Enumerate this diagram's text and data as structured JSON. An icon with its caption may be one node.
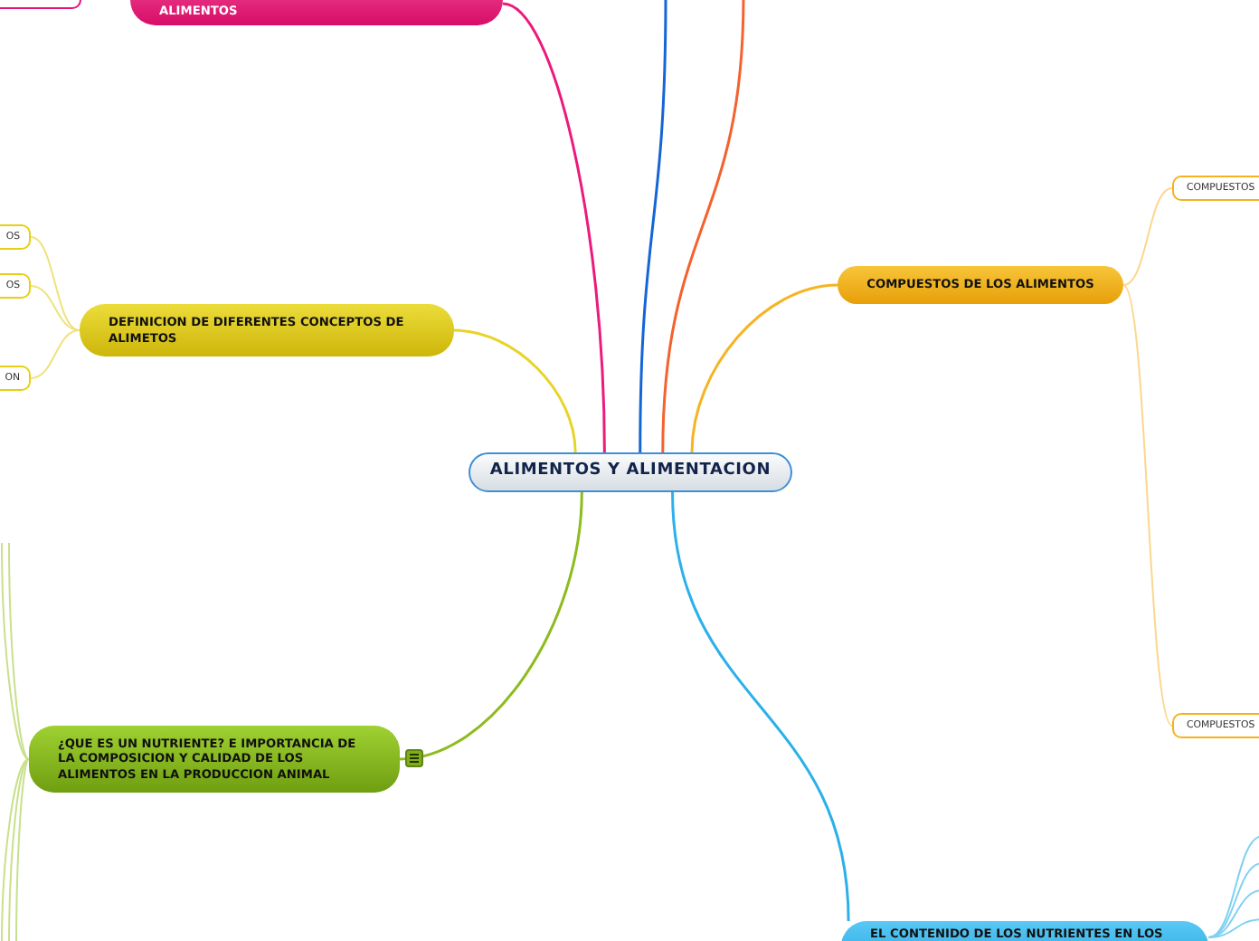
{
  "diagram": {
    "nodes": [
      {
        "text": [
          "ALIMENTOS Y ALIMENTACION"
        ]
      },
      {
        "text": [
          "ALIMENTOS"
        ]
      },
      {
        "text": [],
        "shape": "box"
      },
      {
        "text": [
          "DEFINICION DE DIFERENTES CONCEPTOS DE ALIMETOS"
        ]
      },
      {
        "text": [
          "OS"
        ]
      },
      {
        "text": [
          "OS"
        ]
      },
      {
        "text": [
          "ON"
        ]
      },
      {
        "text": [
          "COMPUESTOS DE LOS ALIMENTOS"
        ]
      },
      {
        "text": [
          "COMPUESTOS"
        ]
      },
      {
        "text": [
          "COMPUESTOS"
        ]
      },
      {
        "text": [
          "¿QUE ES UN NUTRIENTE? E IMPORTANCIA DE LA COMPOSICION Y CALIDAD DE LOS ALIMENTOS EN LA PRODUCCION ANIMAL"
        ]
      },
      {
        "text": [
          "EL CONTENIDO DE LOS NUTRIENTES EN LOS"
        ]
      }
    ],
    "edges": [
      {
        "from": 0,
        "to": 1,
        "arrow": "none",
        "color": "#ec1a7c"
      },
      {
        "from": 0,
        "to": null,
        "arrow": "none",
        "color": "#1466d6"
      },
      {
        "from": 0,
        "to": null,
        "arrow": "none",
        "color": "#f4622e"
      },
      {
        "from": 0,
        "to": 3,
        "arrow": "none",
        "color": "#e8d428"
      },
      {
        "from": 0,
        "to": 7,
        "arrow": "none",
        "color": "#f6b424"
      },
      {
        "from": 0,
        "to": 10,
        "arrow": "none",
        "color": "#8cbc1e"
      },
      {
        "from": 0,
        "to": 11,
        "arrow": "none",
        "color": "#2cb0ea"
      },
      {
        "from": 3,
        "to": 4,
        "arrow": "none",
        "color": "#f0e27a"
      },
      {
        "from": 3,
        "to": 5,
        "arrow": "none",
        "color": "#f0e27a"
      },
      {
        "from": 3,
        "to": 6,
        "arrow": "none",
        "color": "#f0e27a"
      },
      {
        "from": 7,
        "to": 8,
        "arrow": "none",
        "color": "#fcd68e"
      },
      {
        "from": 7,
        "to": 9,
        "arrow": "none",
        "color": "#fcd68e"
      },
      {
        "from": 10,
        "to": null,
        "arrow": "none",
        "color": "#c8e08c"
      },
      {
        "from": 10,
        "to": null,
        "arrow": "none",
        "color": "#c8e08c"
      },
      {
        "from": 10,
        "to": null,
        "arrow": "none",
        "color": "#c8e08c"
      },
      {
        "from": 10,
        "to": null,
        "arrow": "none",
        "color": "#c8e08c"
      },
      {
        "from": 10,
        "to": null,
        "arrow": "none",
        "color": "#c8e08c"
      },
      {
        "from": 11,
        "to": null,
        "arrow": "none",
        "color": "#80d0f2"
      },
      {
        "from": 11,
        "to": null,
        "arrow": "none",
        "color": "#80d0f2"
      },
      {
        "from": 11,
        "to": null,
        "arrow": "none",
        "color": "#80d0f2"
      },
      {
        "from": 11,
        "to": null,
        "arrow": "none",
        "color": "#80d0f2"
      }
    ]
  }
}
